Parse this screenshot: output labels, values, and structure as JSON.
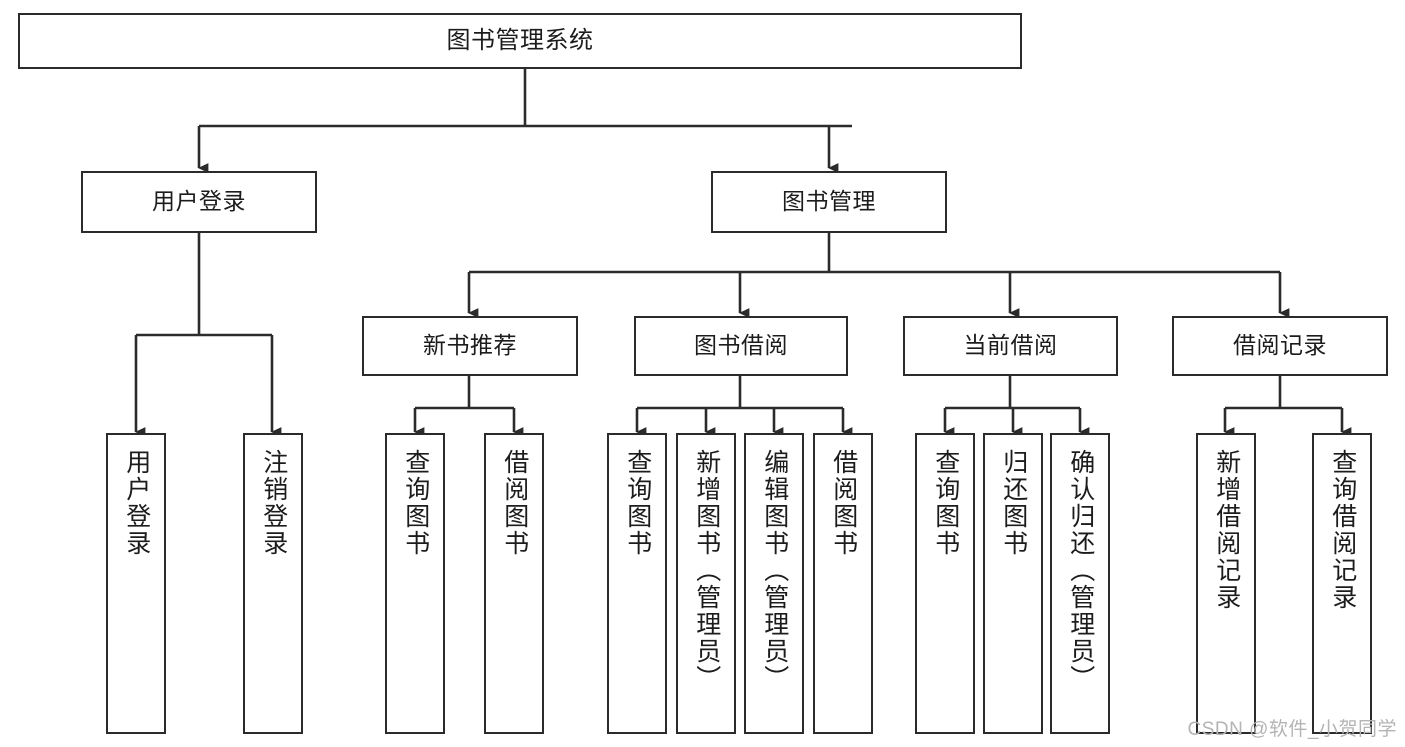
{
  "diagram": {
    "title": "图书管理系统",
    "type": "tree-hierarchy",
    "watermark": "CSDN @软件_小贺同学",
    "colors": {
      "box_border": "#2b2b2b",
      "box_fill": "#ffffff",
      "connector": "#2b2b2b",
      "text": "#1c1c1c",
      "watermark": "#b4b4b4"
    },
    "nodes": {
      "root": {
        "label": "图书管理系统"
      },
      "level1": [
        {
          "label": "用户登录"
        },
        {
          "label": "图书管理"
        }
      ],
      "level2": [
        {
          "label": "新书推荐"
        },
        {
          "label": "图书借阅"
        },
        {
          "label": "当前借阅"
        },
        {
          "label": "借阅记录"
        }
      ],
      "leaves": {
        "user_login": [
          {
            "label": "用户登录"
          },
          {
            "label": "注销登录"
          }
        ],
        "new_book_recommend": [
          {
            "label": "查询图书"
          },
          {
            "label": "借阅图书"
          }
        ],
        "book_borrow": [
          {
            "label": "查询图书"
          },
          {
            "label": "新增图书（管理员）"
          },
          {
            "label": "编辑图书（管理员）"
          },
          {
            "label": "借阅图书"
          }
        ],
        "current_borrow": [
          {
            "label": "查询图书"
          },
          {
            "label": "归还图书"
          },
          {
            "label": "确认归还（管理员）"
          }
        ],
        "borrow_record": [
          {
            "label": "新增借阅记录"
          },
          {
            "label": "查询借阅记录"
          }
        ]
      }
    }
  }
}
